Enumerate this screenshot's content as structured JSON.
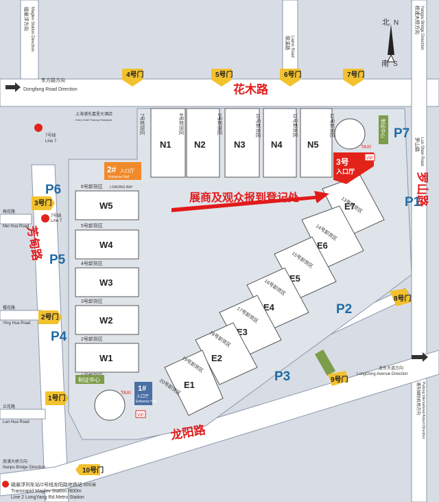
{
  "roads": {
    "huamu": "花木路",
    "luoshan": "罗山路",
    "fangdian": "芳甸路",
    "longyang": "龙阳路"
  },
  "top_labels": {
    "maglev_direction": "磁悬浮方向",
    "maglev_en": "Maglev Station Direction",
    "dongfang_cn": "东方路方向",
    "dongfang_en": "Dongfang Road Direction",
    "lianxi_cn": "联溪路",
    "lianxi_en": "Lianxi Road",
    "yangpu_cn": "杨浦大桥方向",
    "yangpu_en": "Yangpu Bridge Direction",
    "luoshan_en_cn": "罗山路",
    "luoshan_en": "Luo Shan Road",
    "pudong_hotel_cn": "上海浦东嘉里大酒店",
    "pudong_hotel_en": "Kerry Hotel Pudong Shanghai"
  },
  "compass": {
    "north_cn": "北",
    "north_en": "N",
    "south_cn": "南",
    "south_en": "S"
  },
  "gates": [
    {
      "id": "1",
      "label": "1号门"
    },
    {
      "id": "2",
      "label": "2号门"
    },
    {
      "id": "3",
      "label": "3号门"
    },
    {
      "id": "4",
      "label": "4号门"
    },
    {
      "id": "5",
      "label": "5号门"
    },
    {
      "id": "6",
      "label": "6号门"
    },
    {
      "id": "7",
      "label": "7号门"
    },
    {
      "id": "8",
      "label": "8号门"
    },
    {
      "id": "9",
      "label": "9号门"
    },
    {
      "id": "10",
      "label": "10号门"
    }
  ],
  "parking": [
    "P1",
    "P2",
    "P3",
    "P4",
    "P5",
    "P6",
    "P7"
  ],
  "halls_north": [
    "N1",
    "N2",
    "N3",
    "N4",
    "N5"
  ],
  "halls_west": [
    "W5",
    "W4",
    "W3",
    "W2",
    "W1"
  ],
  "halls_east": [
    "E7",
    "E6",
    "E5",
    "E4",
    "E3",
    "E2",
    "E1"
  ],
  "north_loading": [
    "7号卸货区",
    "8号卸货区",
    "9号卸货区",
    "10号卸货区",
    "11号卸货区",
    "12号卸货区"
  ],
  "west_loading": [
    "6号卸货区",
    "5号卸货区",
    "4号卸货区",
    "3号卸货区",
    "2号卸货区",
    "1号卸货区"
  ],
  "east_loading": [
    "13号卸货区",
    "14号卸货区",
    "15号卸货区",
    "16号卸货区",
    "17号卸货区",
    "18号卸货区",
    "19号卸货区",
    "20号卸货区"
  ],
  "loading_bay_en": "LOADING BAY",
  "entrances": {
    "e1_num": "1#",
    "e1_cn": "入口厅",
    "e1_en": "Entrance Hall",
    "e2_num": "2#",
    "e2_cn": "入口厅",
    "e2_en": "Entrance Hall",
    "e3_num": "3号",
    "e3_cn": "入口厅"
  },
  "registration": "展商及观众报到登记处",
  "zhizheng": "制证中心",
  "taxi": "TAXI",
  "vip": "VIP",
  "metro": {
    "line7_cn": "7号线",
    "line7_en": "Line 7"
  },
  "side_roads": {
    "meihua_cn": "梅花路",
    "meihua_en": "Mei Hua Road",
    "yinghua_cn": "樱花路",
    "yinghua_en": "Ying Hua Road",
    "lanhua_cn": "兰花路",
    "lanhua_en": "Lan Hua Road",
    "nanpu_cn": "南浦大桥方向",
    "nanpu_en": "Nanpu Bridge Direction",
    "longdong_cn": "龙东大道方向",
    "longdong_en": "LongDong Avenue Direction",
    "airport_cn": "浦东国际机场方向",
    "airport_en": "Pudong International Airport Direction"
  },
  "bottom_info": {
    "line1": "磁悬浮列车站/2号线龙阳路地铁站  600米",
    "line2": "Transrapid Maglev Station  /600m",
    "line3": "Line 2 LongYang Rd.Metro Station"
  },
  "colors": {
    "road_red": "#e21a1a",
    "gate_yellow": "#f2c12e",
    "parking_blue": "#1f6aa5",
    "entrance_orange": "#f08a2a",
    "entrance_red": "#e2231a"
  }
}
